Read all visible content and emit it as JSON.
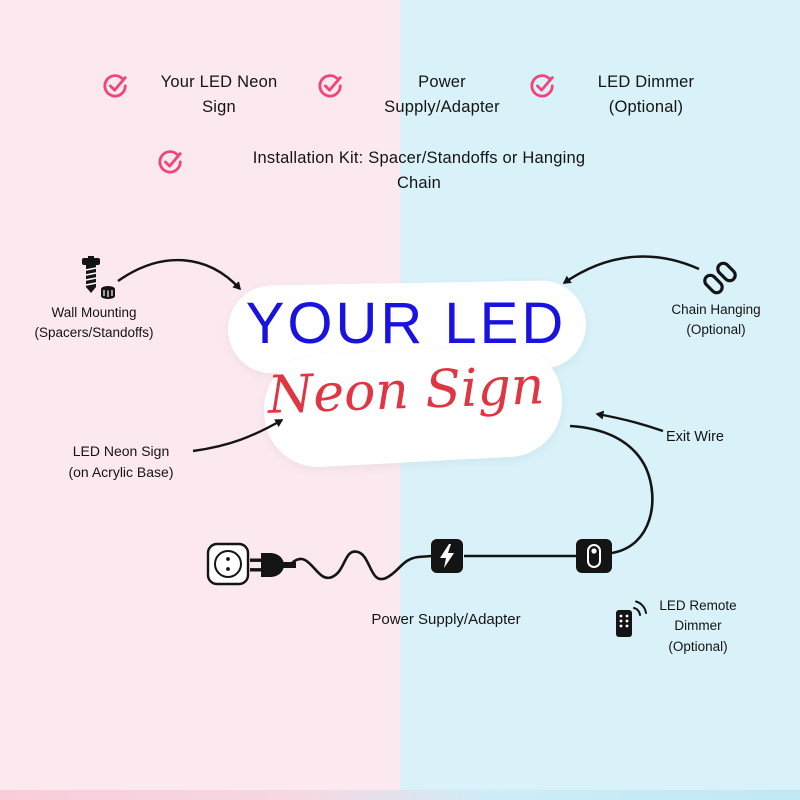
{
  "page": {
    "bg_left": "#fce9ef",
    "bg_right": "#d9f2fa",
    "accent_pink": "#f4427a",
    "sign_blue": "#1a13e0",
    "sign_red": "#de3642",
    "line_black": "#141414"
  },
  "checklist": [
    {
      "label": "Your LED Neon\nSign"
    },
    {
      "label": "Power\nSupply/Adapter"
    },
    {
      "label": "LED Dimmer\n(Optional)"
    },
    {
      "label": "Installation Kit: Spacer/Standoffs or Hanging\nChain"
    }
  ],
  "sign": {
    "line1": "YOUR LED",
    "line2": "Neon Sign"
  },
  "labels": {
    "wall_mounting": "Wall Mounting\n(Spacers/Standoffs)",
    "chain_hanging": "Chain Hanging\n(Optional)",
    "led_neon_sign": "LED Neon Sign\n(on Acrylic Base)",
    "exit_wire": "Exit Wire",
    "power_supply": "Power Supply/Adapter",
    "remote_dimmer": "LED Remote\nDimmer\n(Optional)"
  },
  "icons": [
    "check-circle-icon",
    "screw-standoff-icon",
    "chain-link-icon",
    "wall-socket-icon",
    "power-plug-icon",
    "power-adapter-icon",
    "dimmer-switch-icon",
    "remote-control-icon"
  ]
}
